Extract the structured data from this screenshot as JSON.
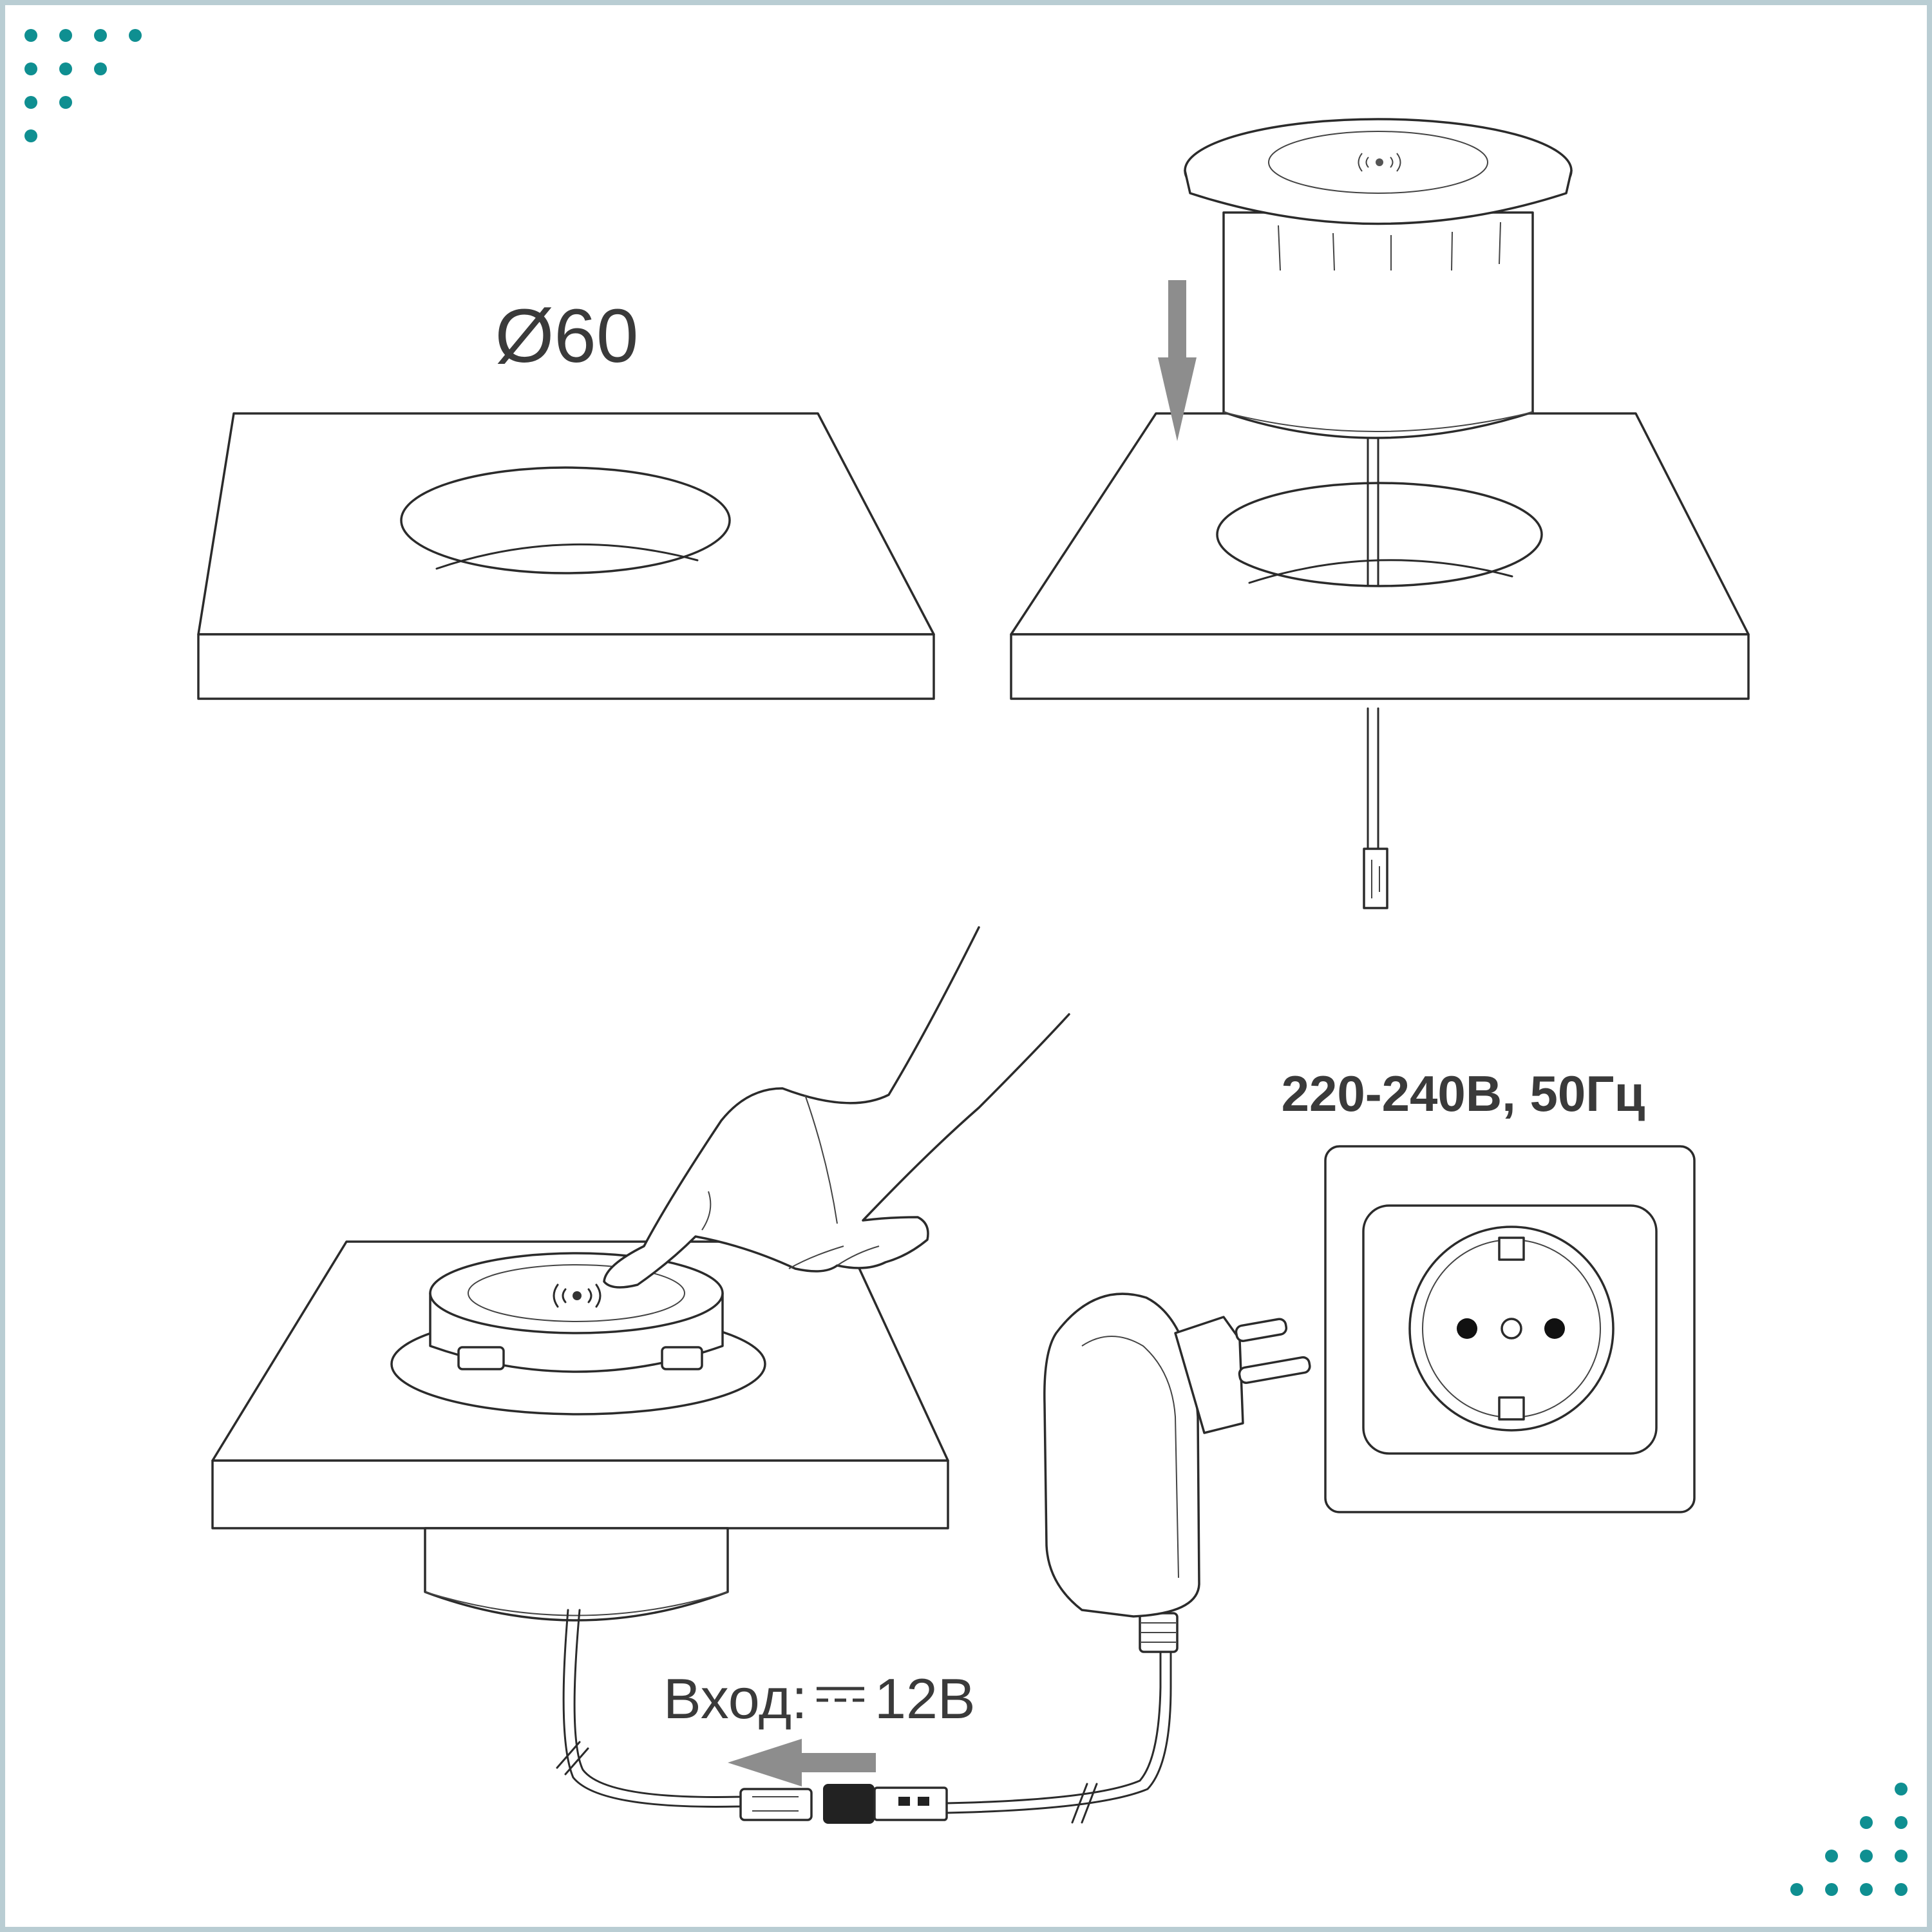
{
  "labels": {
    "hole_diameter": "Ø60",
    "mains_voltage": "220-240В, 50Гц",
    "input_prefix": "Вход:",
    "input_voltage": "12В"
  },
  "colors": {
    "frame": "#b9cdd3",
    "accent_dots": "#0f8f91",
    "line": "#2b2b2b",
    "arrow": "#8d8d8d"
  },
  "icons": {
    "arrow_down": "arrow-down-icon",
    "arrow_left": "arrow-left-icon",
    "wireless": "wireless-charging-icon",
    "dc_symbol": "dc-current-icon"
  }
}
